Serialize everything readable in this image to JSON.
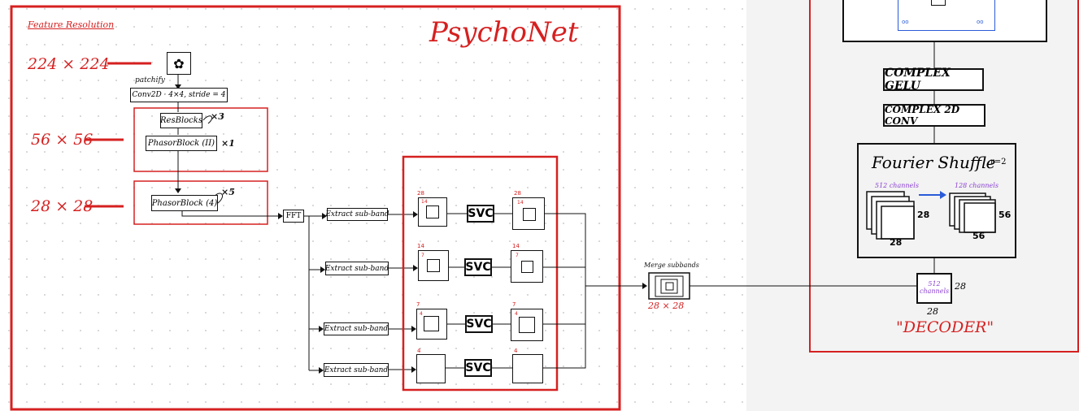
{
  "psychonet": {
    "title": "PsychoNet",
    "section_title": "Feature Resolution",
    "resolutions": [
      "224 × 224",
      "56 × 56",
      "28 × 28"
    ],
    "input_icon": "image-icon",
    "patchify_label": "patchify",
    "conv_label": "Conv2D · 4×4, stride = 4",
    "resblock_label": "ResBlocks",
    "resblock_repeat": "×3",
    "phasor2_label": "PhasorBlock (II)",
    "phasor2_repeat": "×1",
    "phasor4_label": "PhasorBlock (4)",
    "phasor4_repeat": "×5",
    "fft_label": "FFT",
    "extract_labels": [
      "Extract sub-band",
      "Extract sub-band",
      "Extract sub-band",
      "Extract sub-band"
    ],
    "svc_labels": [
      "SVC",
      "SVC",
      "SVC",
      "SVC"
    ],
    "band_sizes": [
      {
        "outer": "28",
        "inner": "14"
      },
      {
        "outer": "14",
        "inner": "7"
      },
      {
        "outer": "7",
        "inner": "4"
      },
      {
        "outer": "4",
        "inner": ""
      }
    ],
    "merge_label": "Merge subbands",
    "merge_size": "28 × 28"
  },
  "decoder": {
    "title": "\"DECODER\"",
    "gelu_label": "COMPLEX GELU",
    "conv_label": "COMPLEX 2D CONV",
    "fourier_title": "Fourier Shuffle",
    "fourier_r": "r=2",
    "in_channels": "512 channels",
    "out_channels": "128 channels",
    "in_size_a": "28",
    "in_size_b": "28",
    "out_size_a": "56",
    "out_size_b": "56",
    "latent_channels": "512 channels",
    "latent_size_w": "28",
    "latent_size_h": "28"
  },
  "colors": {
    "red": "#d62020",
    "purple": "#8a3fd1",
    "blue": "#2a5bd8",
    "ink": "#111111"
  }
}
